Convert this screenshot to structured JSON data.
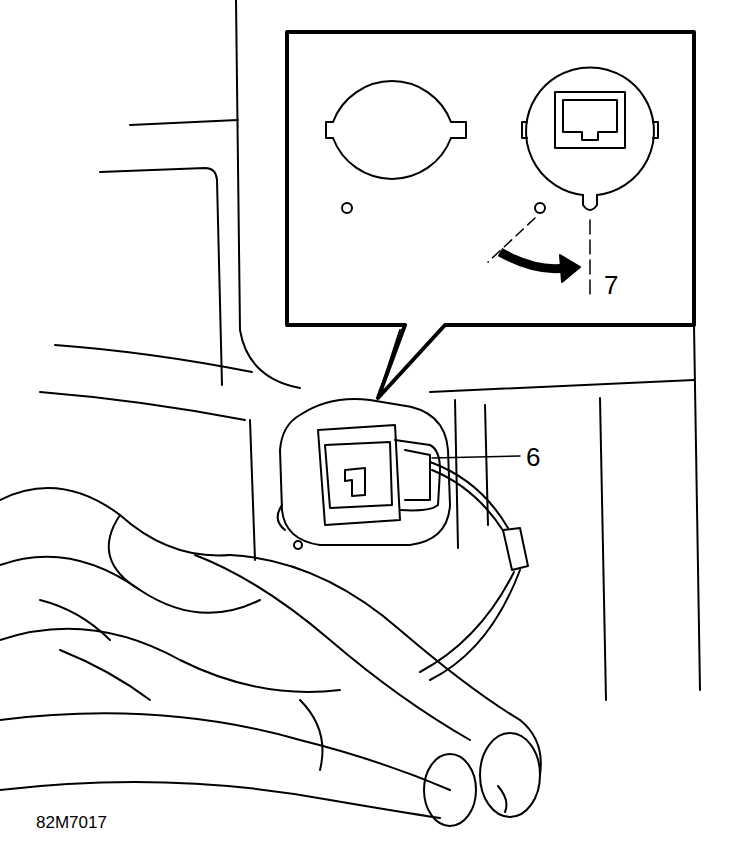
{
  "diagram": {
    "labels": [
      "6",
      "7",
      "82M7017"
    ]
  }
}
